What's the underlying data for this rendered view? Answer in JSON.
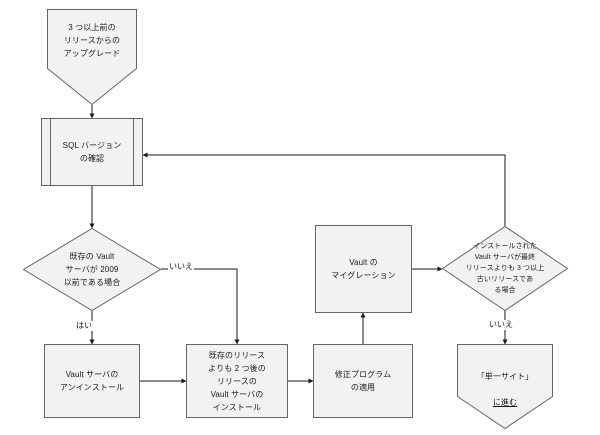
{
  "diagram": {
    "title": "Vault upgrade flowchart",
    "colors": {
      "node_fill": "#f2f2f2",
      "node_stroke": "#666666",
      "edge_stroke": "#1a1a1a",
      "text": "#1a1a1a",
      "background": "#ffffff"
    },
    "nodes": [
      {
        "id": "start",
        "shape": "pentagon",
        "text": "3 つ以上前の\nリリースからの\nアップグレード"
      },
      {
        "id": "sql-check",
        "shape": "predefined-process",
        "text": "SQL バージョン\nの確認"
      },
      {
        "id": "vault-2009-decision",
        "shape": "decision",
        "text": "既存の Vault\nサーバが 2009\n以前である場合"
      },
      {
        "id": "uninstall-vault",
        "shape": "process",
        "text": "Vault サーバの\nアンインストール"
      },
      {
        "id": "install-vault",
        "shape": "process",
        "text": "既存のリリース\nよりも 2 つ後の\nリリースの\nVault サーバの\nインストール"
      },
      {
        "id": "apply-hotfix",
        "shape": "process",
        "text": "修正プログラム\nの適用"
      },
      {
        "id": "vault-migration",
        "shape": "process",
        "text": "Vault の\nマイグレーション"
      },
      {
        "id": "three-or-more-decision",
        "shape": "decision",
        "text": "インストールされた\nVault サーバが最終\nリリースよりも 3 つ以上\n古いリリースであ\nる場合"
      },
      {
        "id": "goto-single-site",
        "shape": "pentagon",
        "text_line1": "「単一サイト」",
        "text_line2": "に進む"
      }
    ],
    "edge_labels": {
      "no_left": "いいえ",
      "yes_left": "はい",
      "no_right": "いいえ"
    }
  }
}
